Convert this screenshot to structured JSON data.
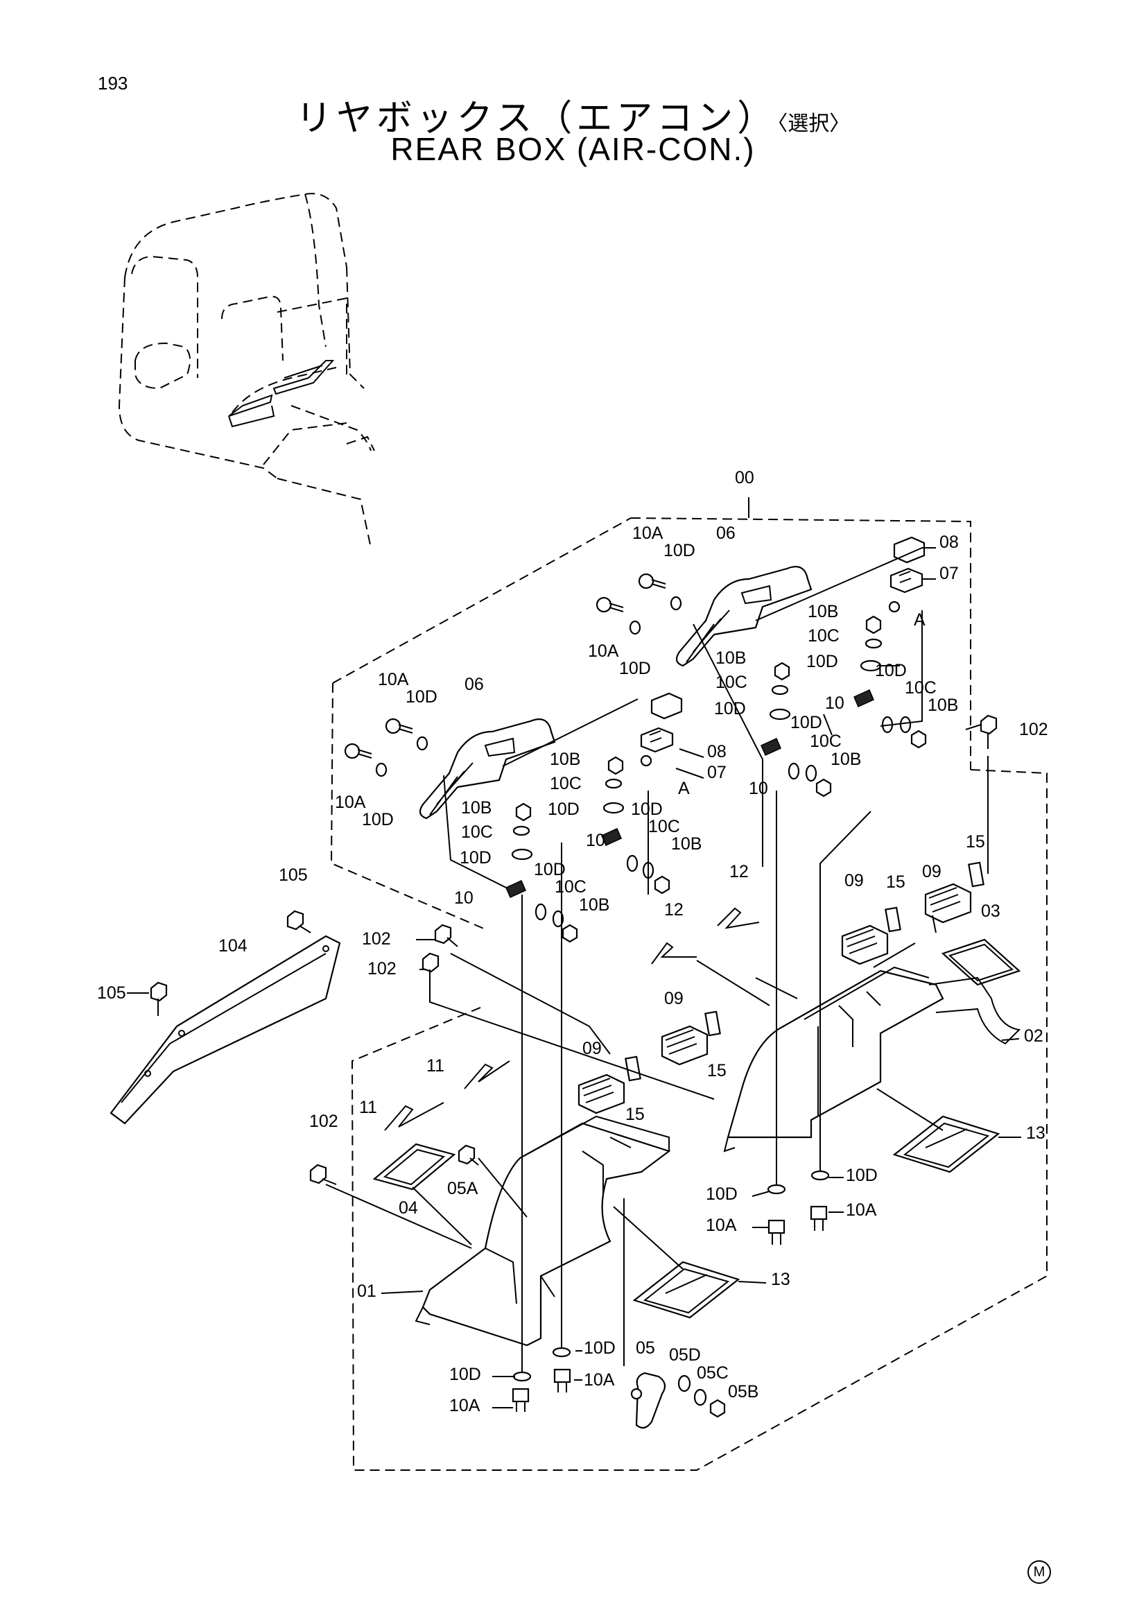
{
  "page_number": "193",
  "title_jp": "リヤボックス（エアコン）",
  "title_jp_suffix": "〈選択〉",
  "title_en": "REAR BOX (AIR-CON.)",
  "corner_mark": "M",
  "labels": {
    "assembly": "00",
    "base_left": "01",
    "base_right": "02",
    "cover_03": "03",
    "cover_04": "04",
    "fitting_05": "05",
    "fitting_05A": "05A",
    "fitting_05B": "05B",
    "fitting_05C": "05C",
    "fitting_05D": "05D",
    "bracket_06": "06",
    "clip_07": "07",
    "cap_08": "08",
    "grille_09": "09",
    "plate_10": "10",
    "bolt_10A": "10A",
    "nut_10B": "10B",
    "washer_10C": "10C",
    "washer_10D": "10D",
    "clip_11": "11",
    "clip_12": "12",
    "seal_13": "13",
    "clip_15": "15",
    "bolt_102": "102",
    "bolt_105": "105",
    "cover_104": "104",
    "ref_A": "A"
  }
}
